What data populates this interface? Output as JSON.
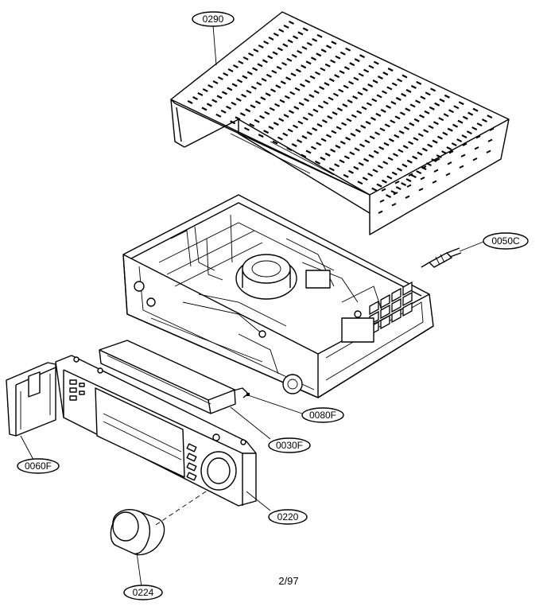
{
  "diagram": {
    "callouts": [
      {
        "id": "top-cover",
        "label": "0290"
      },
      {
        "id": "power-cord",
        "label": "0050C"
      },
      {
        "id": "bracket",
        "label": "0080F"
      },
      {
        "id": "door-frame",
        "label": "0030F"
      },
      {
        "id": "cassette-door",
        "label": "0060F"
      },
      {
        "id": "front-panel",
        "label": "0220"
      },
      {
        "id": "knob",
        "label": "0224"
      }
    ],
    "page_number": "2/97"
  }
}
